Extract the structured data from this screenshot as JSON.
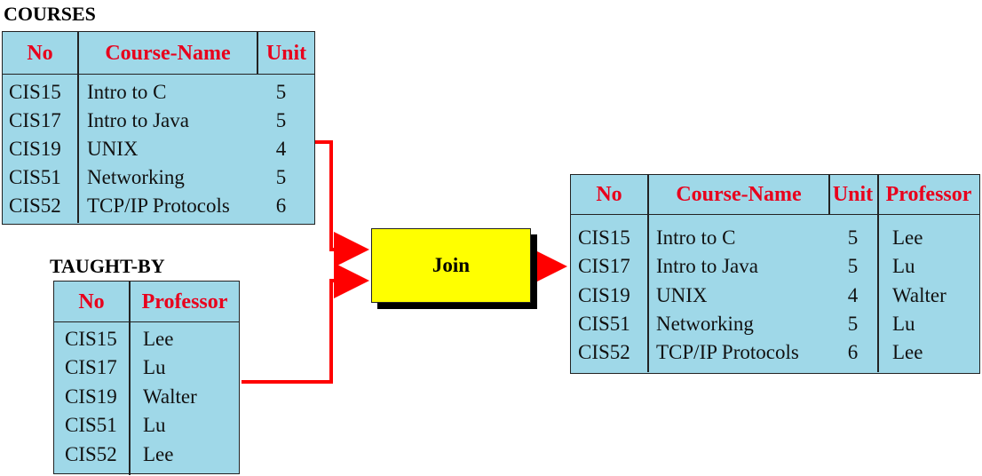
{
  "courses": {
    "title": "COURSES",
    "headers": [
      "No",
      "Course-Name",
      "Unit"
    ],
    "rows": [
      [
        "CIS15",
        "Intro to C",
        "5"
      ],
      [
        "CIS17",
        "Intro to Java",
        "5"
      ],
      [
        "CIS19",
        "UNIX",
        "4"
      ],
      [
        "CIS51",
        "Networking",
        "5"
      ],
      [
        "CIS52",
        "TCP/IP Protocols",
        "6"
      ]
    ]
  },
  "taught_by": {
    "title": "TAUGHT-BY",
    "headers": [
      "No",
      "Professor"
    ],
    "rows": [
      [
        "CIS15",
        "Lee"
      ],
      [
        "CIS17",
        "Lu"
      ],
      [
        "CIS19",
        "Walter"
      ],
      [
        "CIS51",
        "Lu"
      ],
      [
        "CIS52",
        "Lee"
      ]
    ]
  },
  "join": {
    "label": "Join"
  },
  "result": {
    "headers": [
      "No",
      "Course-Name",
      "Unit",
      "Professor"
    ],
    "rows": [
      [
        "CIS15",
        "Intro to C",
        "5",
        "Lee"
      ],
      [
        "CIS17",
        "Intro to Java",
        "5",
        "Lu"
      ],
      [
        "CIS19",
        "UNIX",
        "4",
        "Walter"
      ],
      [
        "CIS51",
        "Networking",
        "5",
        "Lu"
      ],
      [
        "CIS52",
        "TCP/IP Protocols",
        "6",
        "Lee"
      ]
    ]
  },
  "colors": {
    "table_bg": "#9fd8e8",
    "header_text": "#e8001c",
    "join_bg": "#ffff00",
    "arrow": "#ff0000"
  }
}
